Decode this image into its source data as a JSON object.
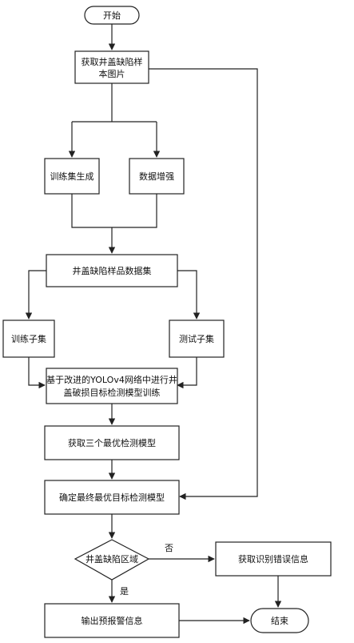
{
  "nodes": {
    "start": "开始",
    "get_samples_l1": "获取井盖缺陷样",
    "get_samples_l2": "本图片",
    "train_gen": "训练集生成",
    "augment": "数据增强",
    "dataset": "井盖缺陷样品数据集",
    "train_subset": "训练子集",
    "test_subset": "测试子集",
    "train_model_l1": "基于改进的YOLOv4网络中进行井",
    "train_model_l2": "盖破损目标检测模型训练",
    "best3": "获取三个最优检测模型",
    "final_model": "确定最终最优目标检测模型",
    "decision": "井盖缺陷区域",
    "get_errors": "获取识别错误信息",
    "output_alarm": "输出预报警信息",
    "end": "结束"
  },
  "edge_labels": {
    "no": "否",
    "yes": "是"
  }
}
